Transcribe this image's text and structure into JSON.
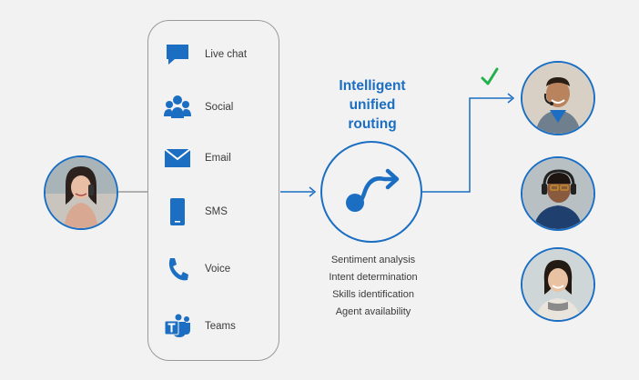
{
  "channels": [
    {
      "label": "Live chat",
      "icon": "chat-bubble-icon"
    },
    {
      "label": "Social",
      "icon": "people-group-icon"
    },
    {
      "label": "Email",
      "icon": "envelope-icon"
    },
    {
      "label": "SMS",
      "icon": "mobile-phone-icon"
    },
    {
      "label": "Voice",
      "icon": "phone-handset-icon"
    },
    {
      "label": "Teams",
      "icon": "teams-logo-icon"
    }
  ],
  "routing": {
    "title_lines": [
      "Intelligent",
      "unified",
      "routing"
    ],
    "icon": "route-arrow-icon"
  },
  "features": [
    "Sentiment analysis",
    "Intent determination",
    "Skills identification",
    "Agent availability"
  ],
  "colors": {
    "accent": "#1b6ec2",
    "check": "#22b14c",
    "line": "#1b6ec2",
    "border": "#9a9a9a",
    "background": "#f2f2f2"
  },
  "selected_agent_indicator": "checkmark-icon"
}
